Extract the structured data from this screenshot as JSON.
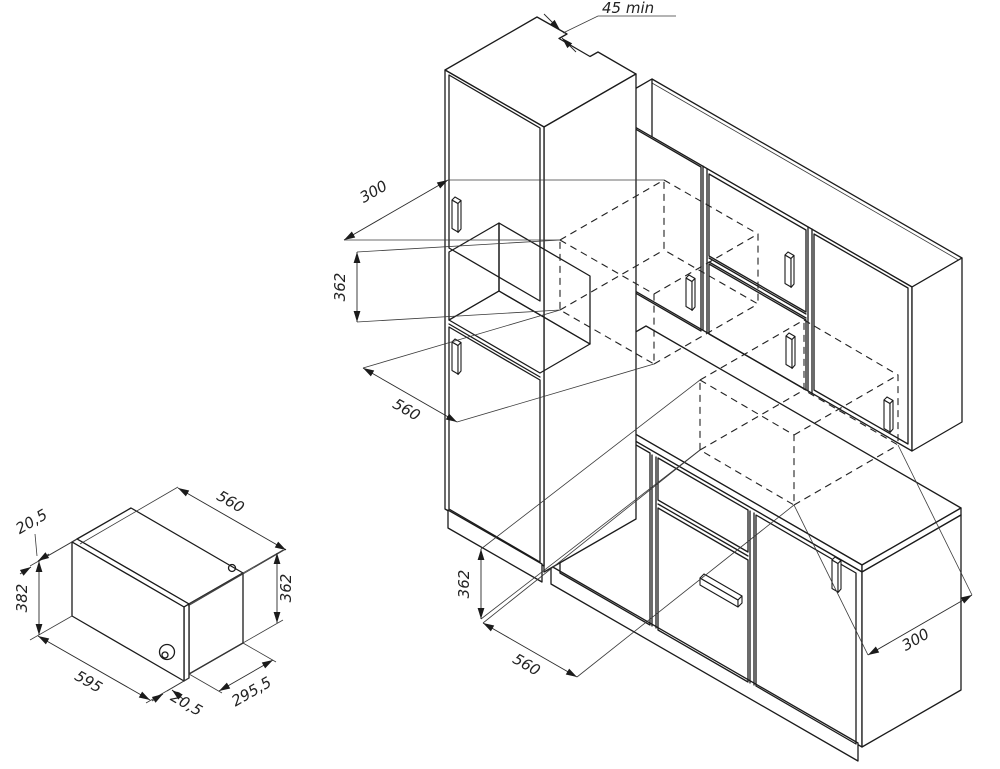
{
  "diagram": {
    "kind": "built-in appliance installation drawing",
    "kitchen": {
      "dimensions": {
        "top_gap": "45 min",
        "upper_niche": {
          "depth": "300",
          "height": "362",
          "width": "560"
        },
        "lower_niche": {
          "height": "362",
          "width": "560",
          "depth": "300"
        }
      }
    },
    "appliance": {
      "dimensions": {
        "frame_overhang": "20,5",
        "body_width": "560",
        "frame_height": "382",
        "body_height": "362",
        "frame_width": "595",
        "door_thickness": "20,5",
        "body_depth": "295,5"
      }
    },
    "colors": {
      "line": "#1b1b1b",
      "background": "#ffffff"
    }
  }
}
